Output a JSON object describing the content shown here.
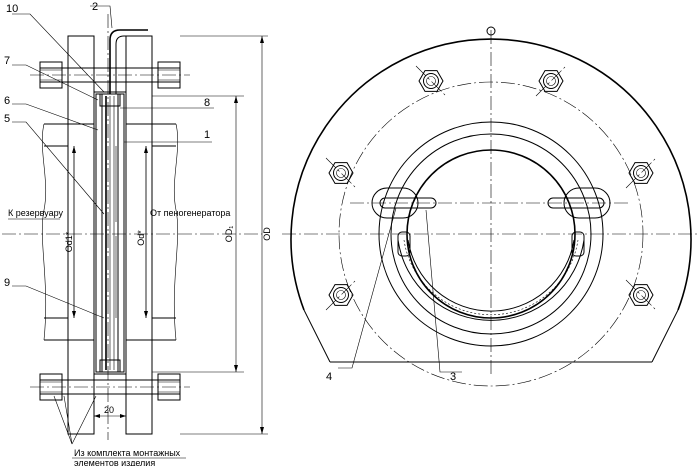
{
  "callouts": {
    "c1": "1",
    "c2": "2",
    "c3": "3",
    "c4": "4",
    "c5": "5",
    "c6": "6",
    "c7": "7",
    "c8": "8",
    "c9": "9",
    "c10": "10"
  },
  "labels": {
    "to_tank": "К резервуару",
    "from_foam": "От пеногенератора",
    "kit_line1": "Из комплекта монтажных",
    "kit_line2": "элементов изделия"
  },
  "dimensions": {
    "od": "OD",
    "od1": "OD₁",
    "od1_star": "Od1*",
    "od_star": "Od*",
    "width": "20"
  }
}
